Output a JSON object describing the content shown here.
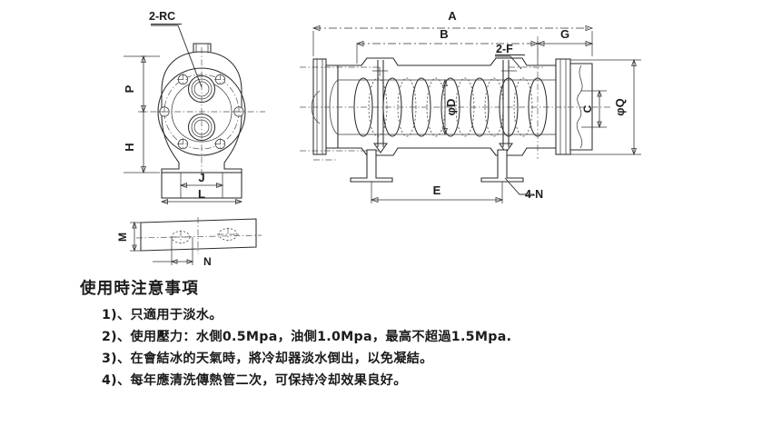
{
  "document": {
    "type": "engineering-drawing",
    "subject": "shell-and-tube oil cooler / heat exchanger dimension drawing"
  },
  "drawing": {
    "end_view": {
      "name": "flange end view",
      "callout_ports": "2-RC",
      "dim_p": "P",
      "dim_h": "H",
      "dim_j": "J",
      "dim_l": "L"
    },
    "base_view": {
      "name": "base plate plan view",
      "dim_m": "M",
      "dim_n": "N"
    },
    "section_view": {
      "name": "longitudinal section view",
      "dim_a": "A",
      "dim_b": "B",
      "dim_g": "G",
      "dim_e": "E",
      "dim_c": "C",
      "dim_phi_q": "φQ",
      "dim_phi_d": "φD",
      "callout_f": "2-F",
      "callout_n": "4-N"
    }
  },
  "notes": {
    "heading": "使用時注意事項",
    "items": [
      "1)、只適用于淡水。",
      "2)、使用壓力：水側0.5Mpa，油側1.0Mpa，最高不超過1.5Mpa.",
      "3)、在會結冰的天氣時，將冷却器淡水倒出，以免凝結。",
      "4)、每年應清洗傳熱管二次，可保持冷却效果良好。"
    ]
  },
  "colors": {
    "line": "#2b2b2b",
    "hidden_line": "#4a4a4a",
    "center_line": "#555555",
    "text": "#1b1b1b",
    "background": "#ffffff"
  }
}
